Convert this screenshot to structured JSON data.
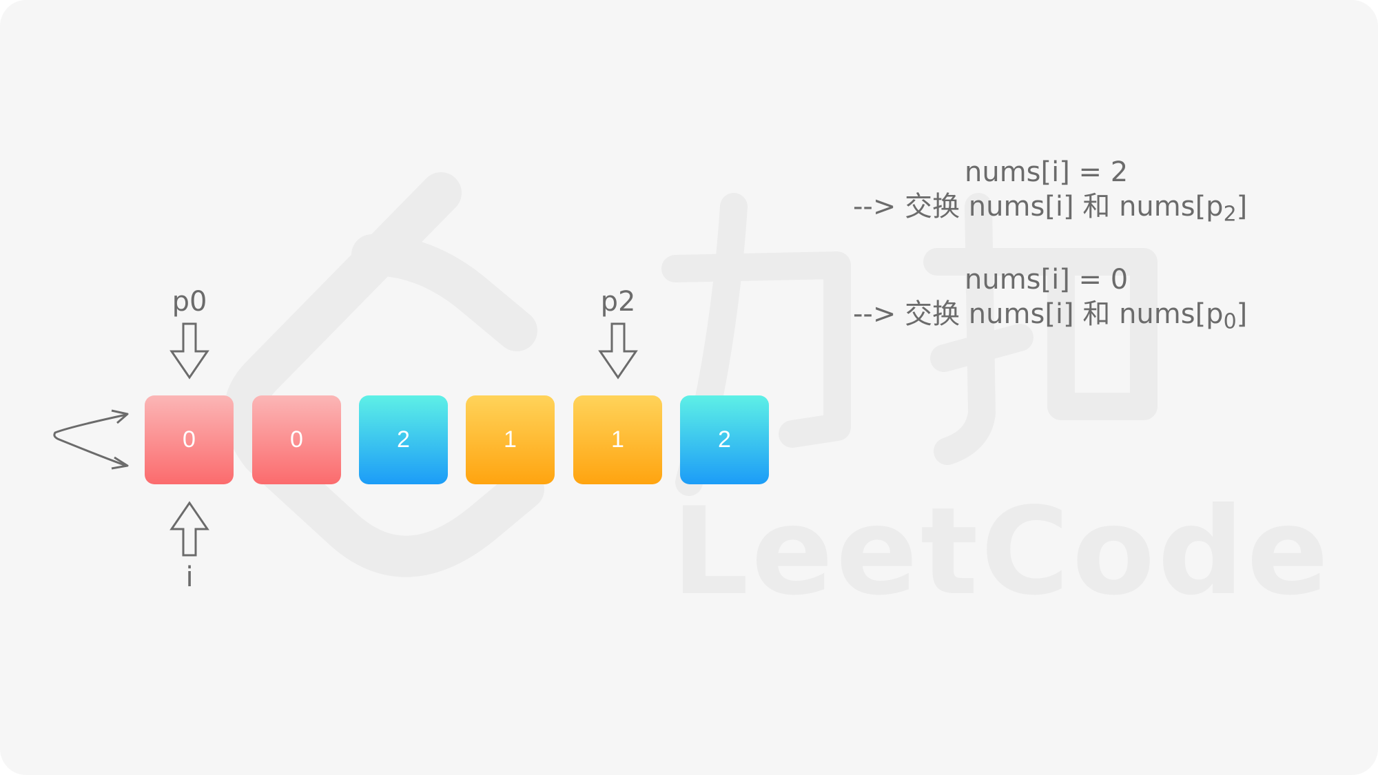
{
  "watermark": {
    "text": "LeetCode",
    "logo_text": "力扣"
  },
  "array": [
    {
      "value": "0",
      "color": "red"
    },
    {
      "value": "0",
      "color": "red"
    },
    {
      "value": "2",
      "color": "blue"
    },
    {
      "value": "1",
      "color": "yellow"
    },
    {
      "value": "1",
      "color": "yellow"
    },
    {
      "value": "2",
      "color": "blue"
    }
  ],
  "pointers": {
    "p0": {
      "label": "p0"
    },
    "p2": {
      "label": "p2"
    },
    "i": {
      "label": "i"
    }
  },
  "notes": [
    {
      "condition": "nums[i] = 2",
      "action_prefix": "--> 交换 nums[i] 和 nums[p",
      "subscript": "2",
      "action_suffix": "]"
    },
    {
      "condition": "nums[i] = 0",
      "action_prefix": "--> 交换 nums[i] 和 nums[p",
      "subscript": "0",
      "action_suffix": "]"
    }
  ],
  "colors": {
    "red": "#fb6b6d",
    "blue": "#1c9cf7",
    "yellow": "#ffa410",
    "text": "#6b6b6b",
    "arrow": "#6b6b6b",
    "background": "#f6f6f6"
  }
}
